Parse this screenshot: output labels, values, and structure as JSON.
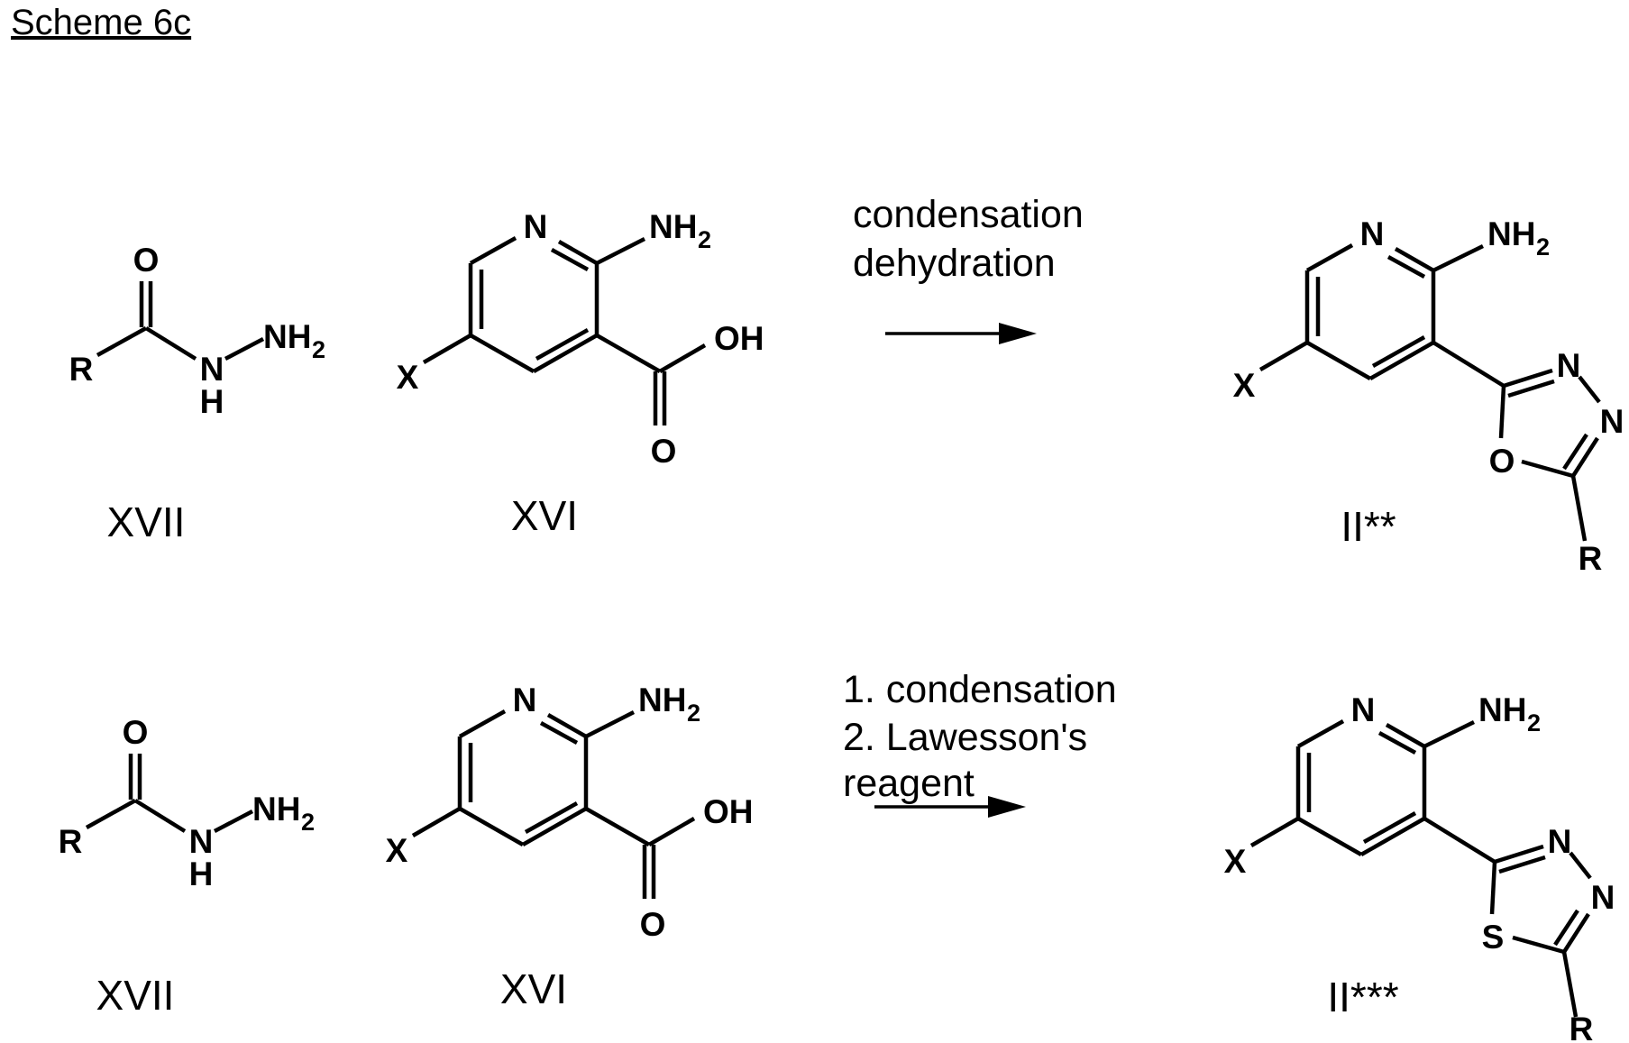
{
  "title": "Scheme 6c",
  "atoms": {
    "O": "O",
    "OH": "OH",
    "N": "N",
    "H": "H",
    "NH": "NH",
    "two": "2",
    "R": "R",
    "X": "X",
    "S": "S"
  },
  "row1": {
    "reactant1_label": "XVII",
    "reactant2_label": "XVI",
    "conditions": [
      "condensation",
      "dehydration"
    ],
    "product_label": "II**"
  },
  "row2": {
    "reactant1_label": "XVII",
    "reactant2_label": "XVI",
    "conditions": [
      "1. condensation",
      "2. Lawesson's",
      "reagent"
    ],
    "product_label": "II***"
  }
}
